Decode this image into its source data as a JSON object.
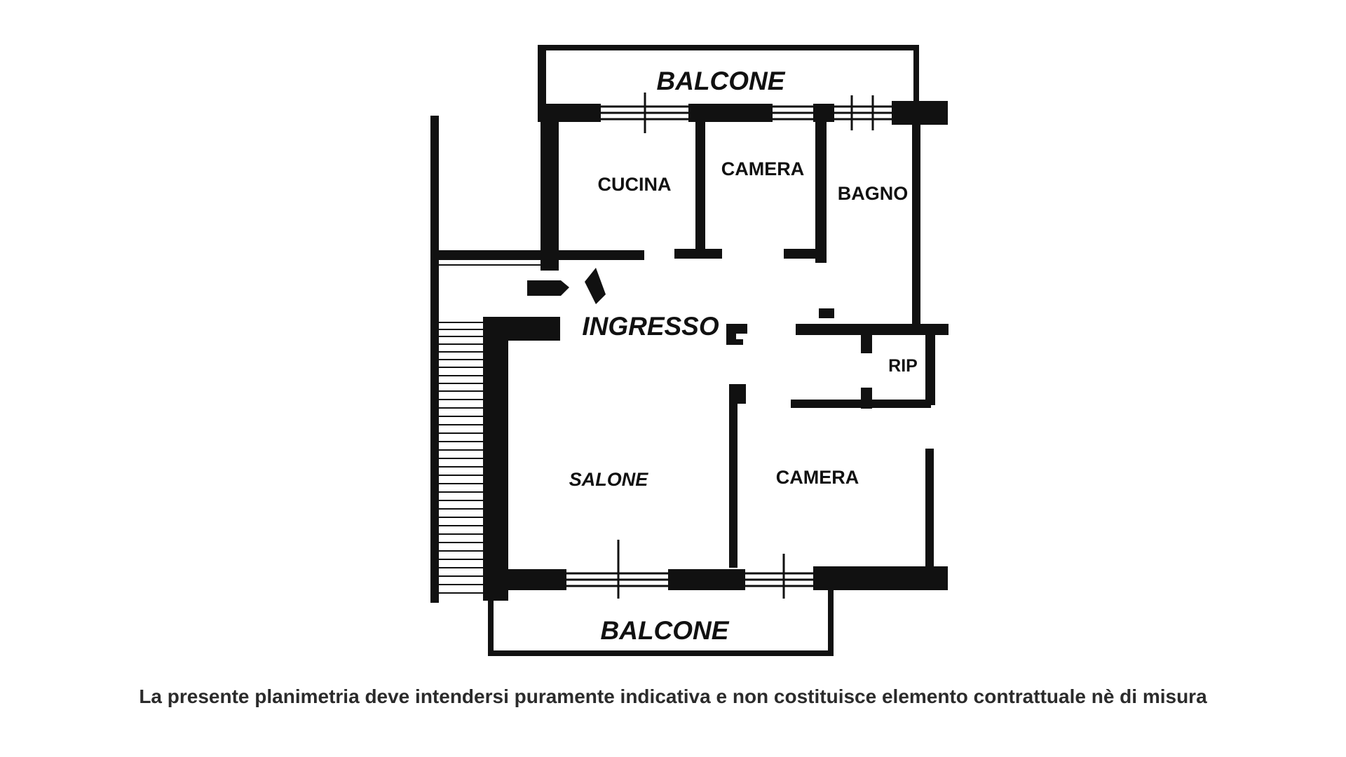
{
  "plan": {
    "rooms": {
      "balcone_top": "BALCONE",
      "cucina": "CUCINA",
      "camera_top": "CAMERA",
      "bagno": "BAGNO",
      "ingresso": "INGRESSO",
      "rip": "RIP",
      "salone": "SALONE",
      "camera_bottom": "CAMERA",
      "balcone_bottom": "BALCONE"
    },
    "disclaimer": "La presente planimetria deve intendersi puramente indicativa e non costituisce elemento contrattuale nè di misura"
  },
  "colors": {
    "wall": "#111111",
    "background": "#ffffff",
    "text": "#2b2b2b"
  }
}
